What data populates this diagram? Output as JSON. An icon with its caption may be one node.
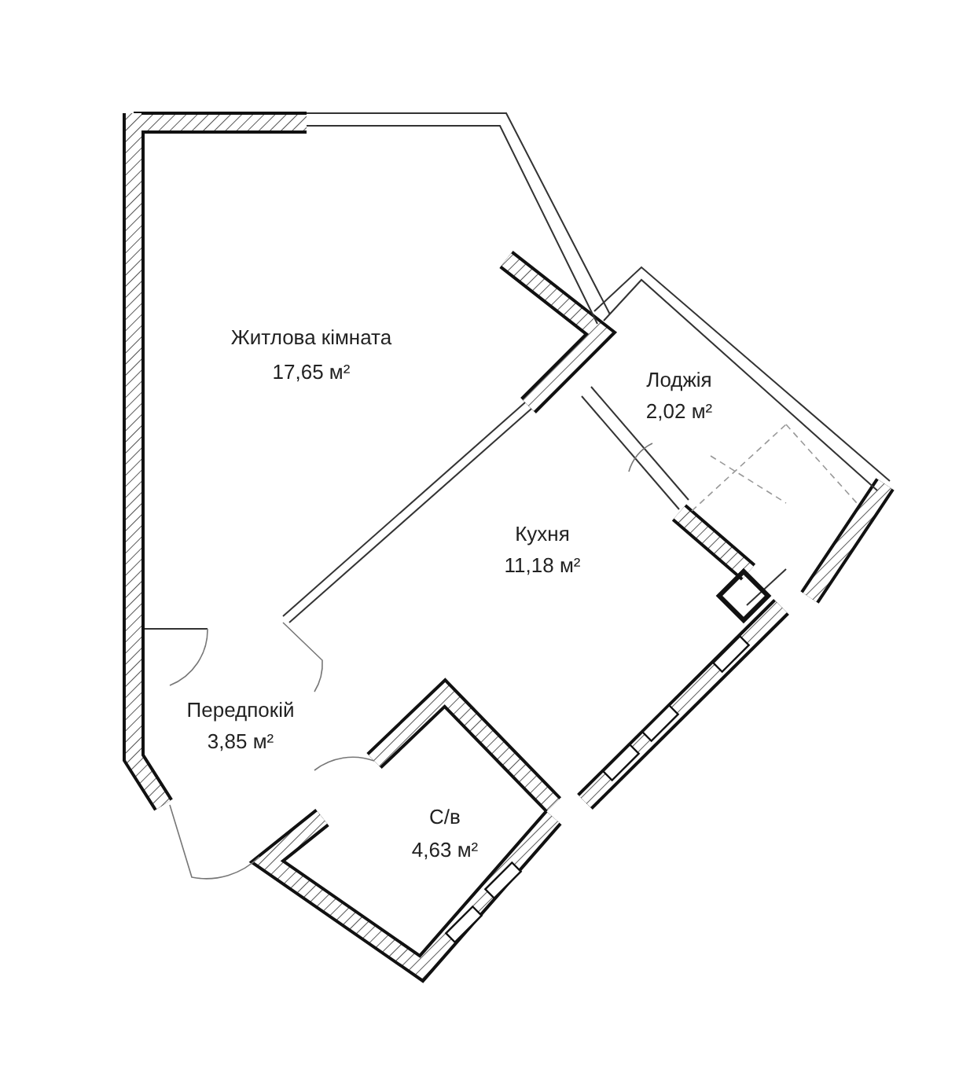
{
  "diagram": {
    "labels": [
      "Житлова кімната",
      "17,65 м²",
      "Лоджія",
      "2,02 м²",
      "Кухня",
      "11,18 м²",
      "Передпокій",
      "3,85 м²",
      "С/в",
      "4,63 м²"
    ]
  }
}
